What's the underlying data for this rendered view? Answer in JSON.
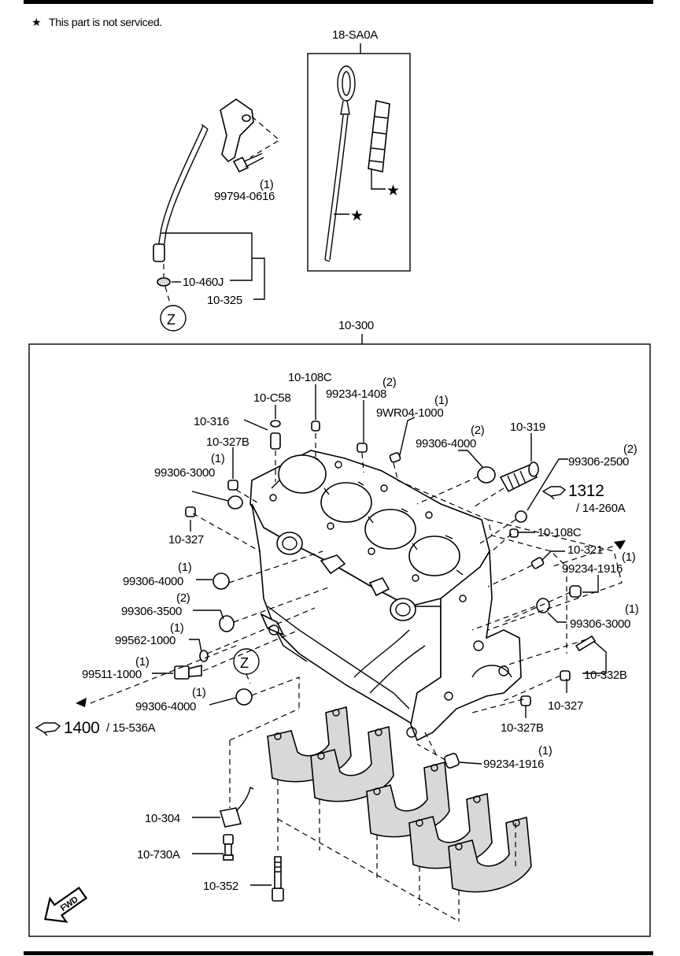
{
  "note": {
    "star": "★",
    "text": "This part is not serviced."
  },
  "dipstick_group": {
    "title": "18-SA0A"
  },
  "block_group": {
    "title": "10-300"
  },
  "labels": {
    "p_99794_0616": "99794-0616",
    "q_99794_0616": "(1)",
    "p_10_460J": "10-460J",
    "p_10_325": "10-325",
    "z_top": "Z",
    "z_mid": "Z",
    "p_10_108C_top": "10-108C",
    "q_99234_1408": "(2)",
    "p_99234_1408": "99234-1408",
    "p_10_C58": "10-C58",
    "q_9WR04_1000": "(1)",
    "p_9WR04_1000": "9WR04-1000",
    "p_10_316": "10-316",
    "q_99306_4000_top": "(2)",
    "p_99306_4000_top": "99306-4000",
    "p_10_319": "10-319",
    "p_10_327B_top": "10-327B",
    "q_99306_2500": "(2)",
    "p_99306_2500": "99306-2500",
    "q_99306_3000_l": "(1)",
    "p_99306_3000_l": "99306-3000",
    "ref_1312": "1312",
    "ref_14_260A": "/ 14-260A",
    "p_10_327_l": "10-327",
    "p_10_108C_r": "10-108C",
    "p_10_321": "10-321",
    "q_99234_1916_r": "(1)",
    "p_99234_1916_r": "99234-1916",
    "q_99306_4000_l": "(1)",
    "p_99306_4000_l": "99306-4000",
    "q_99306_3500": "(2)",
    "p_99306_3500": "99306-3500",
    "q_99306_3000_r": "(1)",
    "p_99306_3000_r": "99306-3000",
    "q_99562_1000": "(1)",
    "p_99562_1000": "99562-1000",
    "q_99511_1000": "(1)",
    "p_99511_1000": "99511-1000",
    "p_10_332B": "10-332B",
    "p_10_327_r": "10-327",
    "q_99306_4000_b": "(1)",
    "p_99306_4000_b": "99306-4000",
    "ref_1400": "1400",
    "ref_15_536A": "/ 15-536A",
    "p_10_327B_b": "10-327B",
    "q_99234_1916_b": "(1)",
    "p_99234_1916_b": "99234-1916",
    "p_10_304": "10-304",
    "p_10_730A": "10-730A",
    "p_10_352": "10-352",
    "fwd": "FWD",
    "star_a": "★",
    "star_b": "★"
  }
}
